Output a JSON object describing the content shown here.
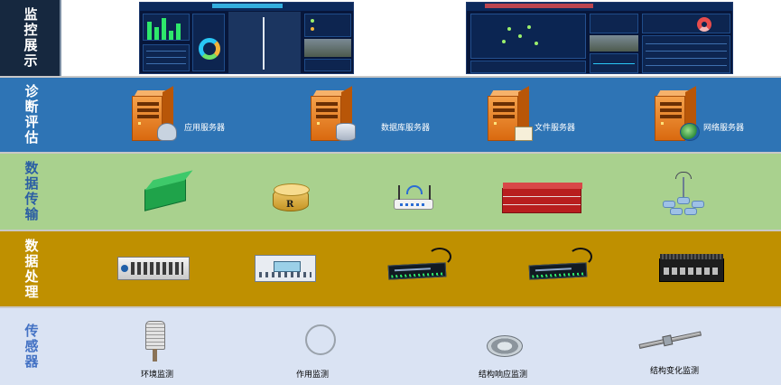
{
  "layers": {
    "monitor": {
      "label": "监控展示"
    },
    "diagnosis": {
      "label": "诊断评估",
      "items": [
        {
          "caption": "应用服务器",
          "icon": "application-server-icon"
        },
        {
          "caption": "数据库服务器",
          "icon": "database-server-icon"
        },
        {
          "caption": "文件服务器",
          "icon": "file-server-icon"
        },
        {
          "caption": "网络服务器",
          "icon": "network-server-icon"
        }
      ]
    },
    "transmission": {
      "label": "数据传输",
      "items": [
        {
          "icon": "switch-icon"
        },
        {
          "icon": "router-icon"
        },
        {
          "icon": "wireless-router-icon"
        },
        {
          "icon": "firewall-icon"
        },
        {
          "icon": "wireless-base-station-icon"
        }
      ]
    },
    "processing": {
      "label": "数据处理",
      "items": [
        {
          "icon": "acquisition-rack-icon"
        },
        {
          "icon": "data-logger-icon"
        },
        {
          "icon": "dtu-module-icon"
        },
        {
          "icon": "dtu-module-icon"
        },
        {
          "icon": "industrial-pc-icon"
        }
      ]
    },
    "sensing": {
      "label": "传感器",
      "items": [
        {
          "caption": "环境监测",
          "icon": "weather-shield-sensor-icon"
        },
        {
          "caption": "作用监测",
          "icon": "cable-sensor-icon"
        },
        {
          "caption": "结构响应监测",
          "icon": "ring-sensor-icon"
        },
        {
          "caption": "结构变化监测",
          "icon": "strain-gauge-icon"
        }
      ]
    }
  },
  "colors": {
    "monitor_bg": "#0a1a33",
    "diagnosis_bg": "#2e74b5",
    "transmission_bg": "#a9d18e",
    "processing_bg": "#bf9000",
    "sensing_bg": "#dae3f3"
  }
}
